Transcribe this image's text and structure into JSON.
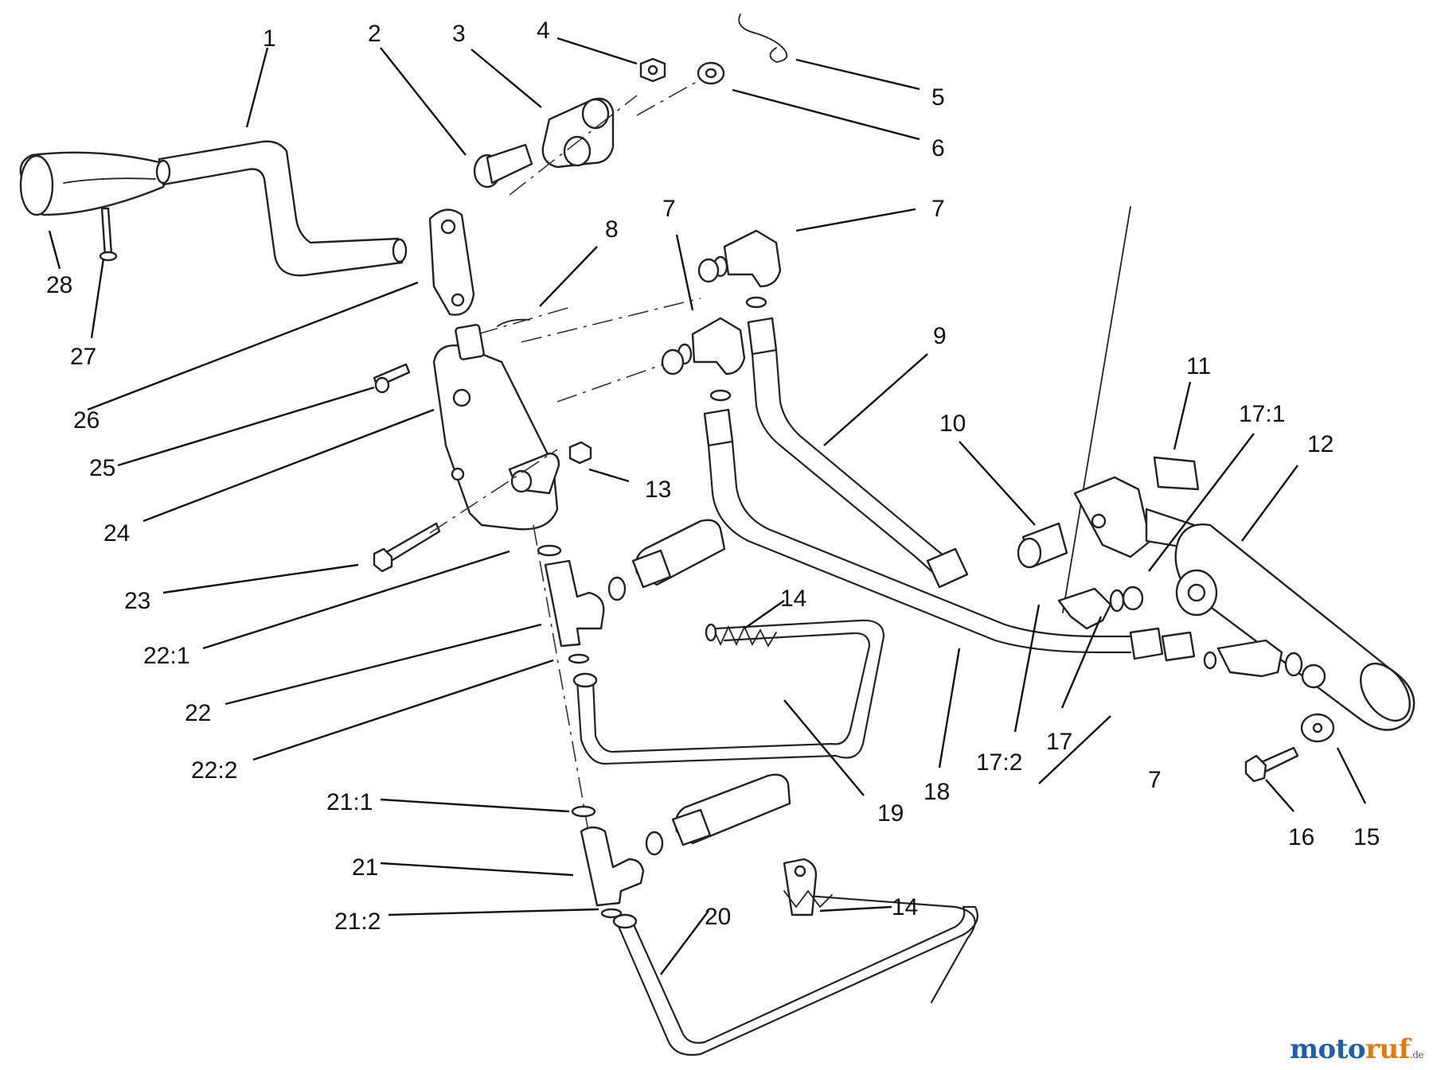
{
  "diagram": {
    "callouts": [
      {
        "id": "c1",
        "text": "1"
      },
      {
        "id": "c2",
        "text": "2"
      },
      {
        "id": "c3",
        "text": "3"
      },
      {
        "id": "c4",
        "text": "4"
      },
      {
        "id": "c5",
        "text": "5"
      },
      {
        "id": "c6",
        "text": "6"
      },
      {
        "id": "c7a",
        "text": "7"
      },
      {
        "id": "c7b",
        "text": "7"
      },
      {
        "id": "c7c",
        "text": "7"
      },
      {
        "id": "c8",
        "text": "8"
      },
      {
        "id": "c9",
        "text": "9"
      },
      {
        "id": "c10",
        "text": "10"
      },
      {
        "id": "c11",
        "text": "11"
      },
      {
        "id": "c12",
        "text": "12"
      },
      {
        "id": "c13",
        "text": "13"
      },
      {
        "id": "c14a",
        "text": "14"
      },
      {
        "id": "c14b",
        "text": "14"
      },
      {
        "id": "c15",
        "text": "15"
      },
      {
        "id": "c16",
        "text": "16"
      },
      {
        "id": "c17",
        "text": "17"
      },
      {
        "id": "c171",
        "text": "17:1"
      },
      {
        "id": "c172",
        "text": "17:2"
      },
      {
        "id": "c18",
        "text": "18"
      },
      {
        "id": "c19",
        "text": "19"
      },
      {
        "id": "c20",
        "text": "20"
      },
      {
        "id": "c21",
        "text": "21"
      },
      {
        "id": "c211",
        "text": "21:1"
      },
      {
        "id": "c212",
        "text": "21:2"
      },
      {
        "id": "c22",
        "text": "22"
      },
      {
        "id": "c221",
        "text": "22:1"
      },
      {
        "id": "c222",
        "text": "22:2"
      },
      {
        "id": "c23",
        "text": "23"
      },
      {
        "id": "c24",
        "text": "24"
      },
      {
        "id": "c25",
        "text": "25"
      },
      {
        "id": "c26",
        "text": "26"
      },
      {
        "id": "c27",
        "text": "27"
      },
      {
        "id": "c28",
        "text": "28"
      }
    ]
  },
  "watermark": {
    "part1": "moto",
    "part2": "ruf",
    "part3": ".de"
  }
}
